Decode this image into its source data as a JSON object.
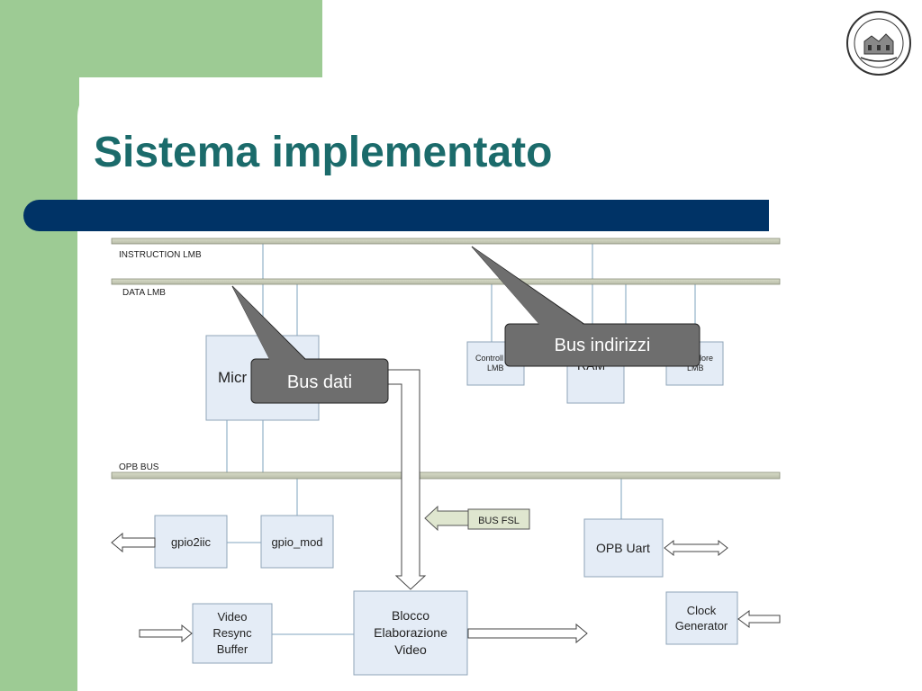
{
  "slide": {
    "title": "Sistema implementato"
  },
  "diagram": {
    "buses": {
      "instruction_lmb": "INSTRUCTION LMB",
      "data_lmb": "DATA LMB",
      "opb_bus": "OPB BUS"
    },
    "blocks": {
      "micro": "Micr",
      "ctrl_left_line1": "Controll",
      "ctrl_left_line2": "LMB",
      "ram": "RAM",
      "ctrl_right_line1": "lore",
      "ctrl_right_line2": "LMB",
      "gpio2iic": "gpio2iic",
      "gpio_mod": "gpio_mod",
      "opb_uart": "OPB Uart",
      "clock_line1": "Clock",
      "clock_line2": "Generator",
      "video_line1": "Video",
      "video_line2": "Resync",
      "video_line3": "Buffer",
      "blocco_line1": "Blocco",
      "blocco_line2": "Elaborazione",
      "blocco_line3": "Video",
      "bus_fsl": "BUS FSL"
    },
    "callouts": {
      "bus_dati": "Bus dati",
      "bus_indirizzi": "Bus indirizzi"
    }
  },
  "colors": {
    "title": "#1b6b6b",
    "band": "#003366",
    "green": "#9dcb94",
    "callout": "#6e6e6e"
  }
}
